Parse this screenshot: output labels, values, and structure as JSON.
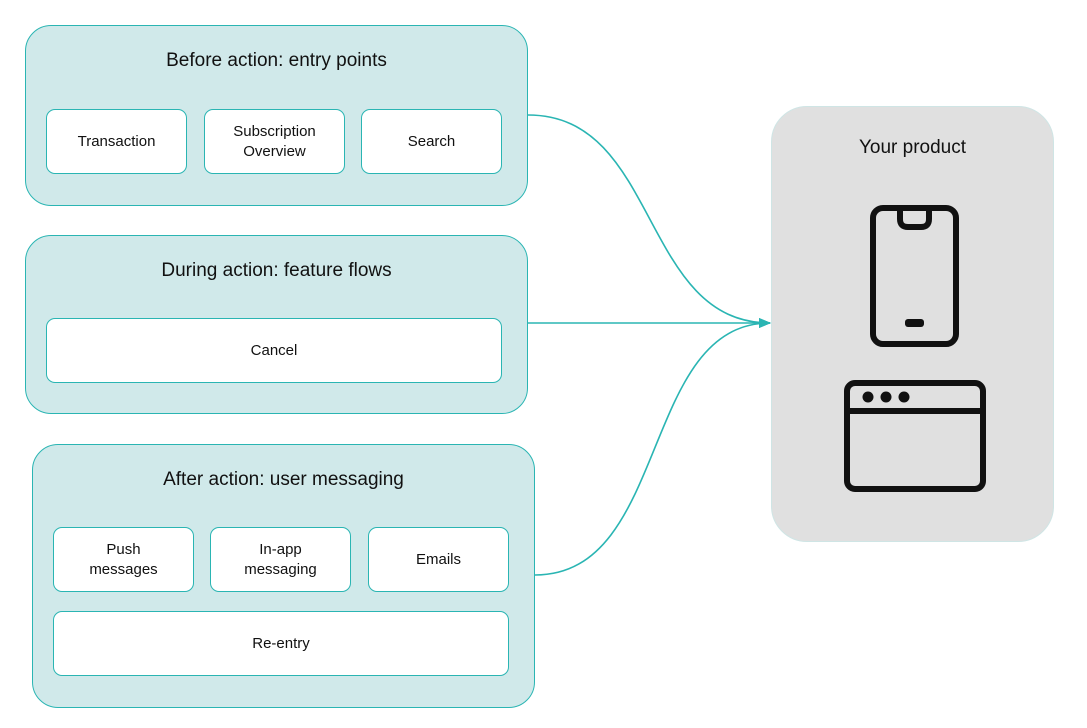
{
  "groups": {
    "before": {
      "title": "Before action: entry points",
      "items": [
        "Transaction",
        "Subscription\nOverview",
        "Search"
      ]
    },
    "during": {
      "title": "During action: feature flows",
      "items": [
        "Cancel"
      ]
    },
    "after": {
      "title": "After action: user messaging",
      "items": [
        "Push\nmessages",
        "In-app\nmessaging",
        "Emails",
        "Re-entry"
      ]
    }
  },
  "product": {
    "title": "Your product",
    "icons": [
      "smartphone-icon",
      "browser-window-icon"
    ]
  },
  "colors": {
    "group_fill": "#d0e9ea",
    "accent": "#2ab5b3",
    "product_fill": "#e0e0e0"
  }
}
